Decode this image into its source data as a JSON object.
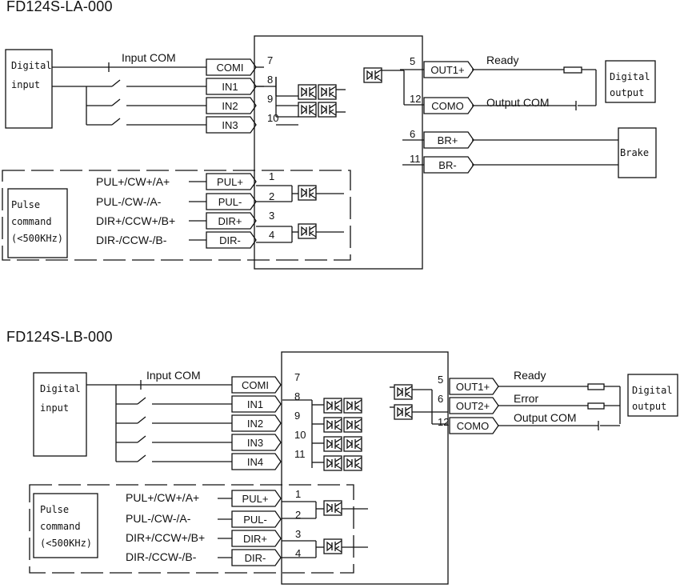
{
  "top": {
    "title": "FD124S-LA-000",
    "digital_input_box": [
      "Digital",
      "input"
    ],
    "input_com_label": "Input COM",
    "input_pins": [
      {
        "name": "COMI",
        "num": "7"
      },
      {
        "name": "IN1",
        "num": "8"
      },
      {
        "name": "IN2",
        "num": "9"
      },
      {
        "name": "IN3",
        "num": "10"
      }
    ],
    "pulse_box": [
      "Pulse",
      "command",
      "(<500KHz)"
    ],
    "pulse_signals": [
      "PUL+/CW+/A+",
      "PUL-/CW-/A-",
      "DIR+/CCW+/B+",
      "DIR-/CCW-/B-"
    ],
    "pulse_pins": [
      {
        "name": "PUL+",
        "num": "1"
      },
      {
        "name": "PUL-",
        "num": "2"
      },
      {
        "name": "DIR+",
        "num": "3"
      },
      {
        "name": "DIR-",
        "num": "4"
      }
    ],
    "output_pins": [
      {
        "name": "OUT1+",
        "num": "5"
      },
      {
        "name": "COMO",
        "num": "12"
      }
    ],
    "output_labels": [
      "Ready",
      "Output COM"
    ],
    "digital_output_box": [
      "Digital",
      "output"
    ],
    "brake_pins": [
      {
        "name": "BR+",
        "num": "6"
      },
      {
        "name": "BR-",
        "num": "11"
      }
    ],
    "brake_box": "Brake"
  },
  "bottom": {
    "title": "FD124S-LB-000",
    "digital_input_box": [
      "Digital",
      "input"
    ],
    "input_com_label": "Input COM",
    "input_pins": [
      {
        "name": "COMI",
        "num": "7"
      },
      {
        "name": "IN1",
        "num": "8"
      },
      {
        "name": "IN2",
        "num": "9"
      },
      {
        "name": "IN3",
        "num": "10"
      },
      {
        "name": "IN4",
        "num": "11"
      }
    ],
    "pulse_box": [
      "Pulse",
      "command",
      "(<500KHz)"
    ],
    "pulse_signals": [
      "PUL+/CW+/A+",
      "PUL-/CW-/A-",
      "DIR+/CCW+/B+",
      "DIR-/CCW-/B-"
    ],
    "pulse_pins": [
      {
        "name": "PUL+",
        "num": "1"
      },
      {
        "name": "PUL-",
        "num": "2"
      },
      {
        "name": "DIR+",
        "num": "3"
      },
      {
        "name": "DIR-",
        "num": "4"
      }
    ],
    "output_pins": [
      {
        "name": "OUT1+",
        "num": "5"
      },
      {
        "name": "OUT2+",
        "num": "6"
      },
      {
        "name": "COMO",
        "num": "12"
      }
    ],
    "output_labels": [
      "Ready",
      "Error",
      "Output COM"
    ],
    "digital_output_box": [
      "Digital",
      "output"
    ]
  }
}
